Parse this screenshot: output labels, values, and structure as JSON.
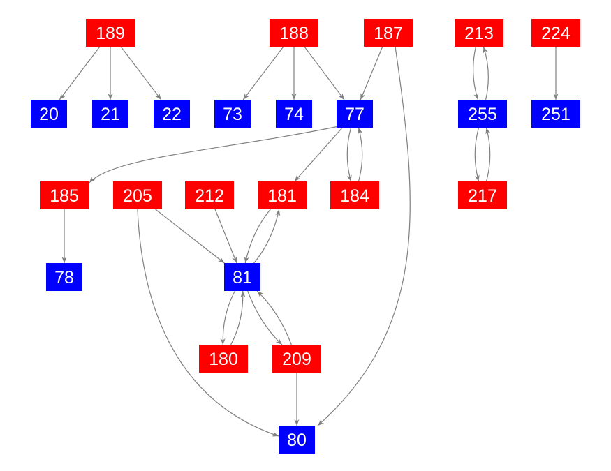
{
  "colors": {
    "red": "#ff0000",
    "blue": "#0000ff",
    "edge": "#808080"
  },
  "nodes": [
    {
      "id": "189",
      "color": "red"
    },
    {
      "id": "188",
      "color": "red"
    },
    {
      "id": "187",
      "color": "red"
    },
    {
      "id": "213",
      "color": "red"
    },
    {
      "id": "224",
      "color": "red"
    },
    {
      "id": "20",
      "color": "blue"
    },
    {
      "id": "21",
      "color": "blue"
    },
    {
      "id": "22",
      "color": "blue"
    },
    {
      "id": "73",
      "color": "blue"
    },
    {
      "id": "74",
      "color": "blue"
    },
    {
      "id": "77",
      "color": "blue"
    },
    {
      "id": "255",
      "color": "blue"
    },
    {
      "id": "251",
      "color": "blue"
    },
    {
      "id": "185",
      "color": "red"
    },
    {
      "id": "205",
      "color": "red"
    },
    {
      "id": "212",
      "color": "red"
    },
    {
      "id": "181",
      "color": "red"
    },
    {
      "id": "184",
      "color": "red"
    },
    {
      "id": "217",
      "color": "red"
    },
    {
      "id": "78",
      "color": "blue"
    },
    {
      "id": "81",
      "color": "blue"
    },
    {
      "id": "180",
      "color": "red"
    },
    {
      "id": "209",
      "color": "red"
    },
    {
      "id": "80",
      "color": "blue"
    }
  ],
  "edges": [
    [
      "189",
      "20"
    ],
    [
      "189",
      "21"
    ],
    [
      "189",
      "22"
    ],
    [
      "188",
      "73"
    ],
    [
      "188",
      "74"
    ],
    [
      "188",
      "77"
    ],
    [
      "187",
      "77"
    ],
    [
      "187",
      "80"
    ],
    [
      "213",
      "255"
    ],
    [
      "255",
      "213"
    ],
    [
      "255",
      "217"
    ],
    [
      "217",
      "255"
    ],
    [
      "224",
      "251"
    ],
    [
      "77",
      "185"
    ],
    [
      "77",
      "181"
    ],
    [
      "77",
      "184"
    ],
    [
      "184",
      "77"
    ],
    [
      "185",
      "78"
    ],
    [
      "205",
      "81"
    ],
    [
      "205",
      "80"
    ],
    [
      "212",
      "81"
    ],
    [
      "181",
      "81"
    ],
    [
      "81",
      "181"
    ],
    [
      "81",
      "180"
    ],
    [
      "180",
      "81"
    ],
    [
      "81",
      "209"
    ],
    [
      "209",
      "81"
    ],
    [
      "209",
      "80"
    ]
  ]
}
